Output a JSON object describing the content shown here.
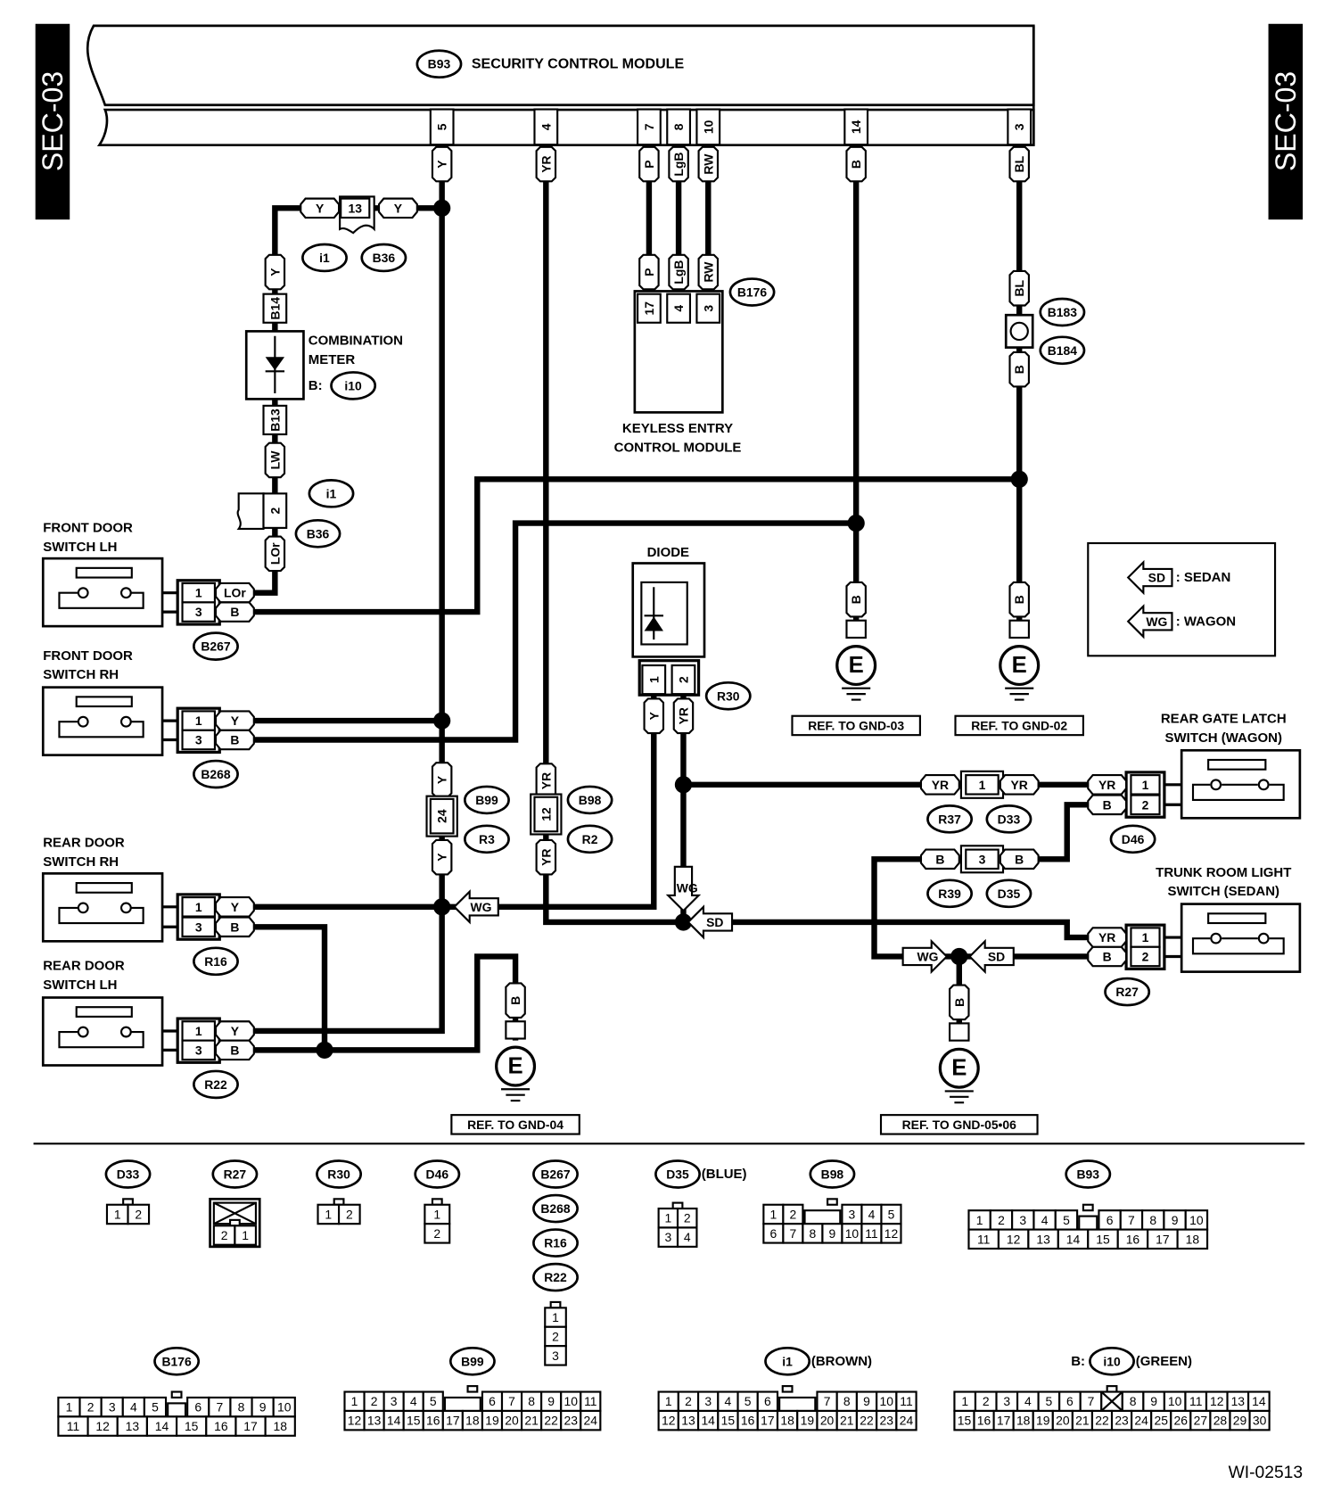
{
  "page_tab": "SEC-03",
  "module": {
    "connector": "B93",
    "name": "SECURITY CONTROL MODULE",
    "pins": [
      "5",
      "4",
      "7",
      "8",
      "10",
      "14",
      "3"
    ],
    "wires": [
      "Y",
      "YR",
      "P",
      "LgB",
      "RW",
      "B",
      "BL"
    ]
  },
  "keyless_entry": {
    "connector": "B176",
    "name": [
      "KEYLESS ENTRY",
      "CONTROL MODULE"
    ],
    "pins": [
      "17",
      "4",
      "3"
    ],
    "wires": [
      "P",
      "LgB",
      "RW"
    ]
  },
  "combination_meter": {
    "name": [
      "COMBINATION",
      "METER"
    ],
    "prefix": "B:",
    "connector": "i10",
    "pins": [
      "B14",
      "B13"
    ],
    "wires": [
      "Y",
      "LW"
    ]
  },
  "joint_i1_13": {
    "connectors": [
      "i1",
      "B36"
    ],
    "pin": "13",
    "wires": [
      "Y",
      "Y"
    ]
  },
  "joint_i1_2": {
    "connectors": [
      "i1",
      "B36"
    ],
    "pin": "2",
    "wires": [
      "LOr"
    ]
  },
  "front_door_lh": {
    "name": [
      "FRONT DOOR",
      "SWITCH LH"
    ],
    "connector": "B267",
    "pins": [
      "1",
      "3"
    ],
    "wires": [
      "LOr",
      "B"
    ]
  },
  "front_door_rh": {
    "name": [
      "FRONT DOOR",
      "SWITCH RH"
    ],
    "connector": "B268",
    "pins": [
      "1",
      "3"
    ],
    "wires": [
      "Y",
      "B"
    ]
  },
  "rear_door_rh": {
    "name": [
      "REAR DOOR",
      "SWITCH RH"
    ],
    "connector": "R16",
    "pins": [
      "1",
      "3"
    ],
    "wires": [
      "Y",
      "B"
    ]
  },
  "rear_door_lh": {
    "name": [
      "REAR DOOR",
      "SWITCH LH"
    ],
    "connector": "R22",
    "pins": [
      "1",
      "3"
    ],
    "wires": [
      "Y",
      "B"
    ]
  },
  "joint_b99": {
    "connectors": [
      "B99",
      "R3"
    ],
    "pin": "24",
    "wires": [
      "Y",
      "Y"
    ]
  },
  "joint_b98": {
    "connectors": [
      "B98",
      "R2"
    ],
    "pin": "12",
    "wires": [
      "YR",
      "YR"
    ]
  },
  "diode": {
    "name": "DIODE",
    "connector": "R30",
    "pins": [
      "1",
      "2"
    ],
    "wires": [
      "Y",
      "YR"
    ]
  },
  "joint_b183": {
    "connectors": [
      "B183",
      "B184"
    ],
    "wires": [
      "BL",
      "B"
    ]
  },
  "joint_r37": {
    "connectors": [
      "R37",
      "D33"
    ],
    "pin": "1",
    "wires": [
      "YR",
      "YR"
    ]
  },
  "joint_r39": {
    "connectors": [
      "R39",
      "D35"
    ],
    "pin": "3",
    "wires": [
      "B",
      "B"
    ]
  },
  "rear_gate_latch": {
    "name": [
      "REAR GATE LATCH",
      "SWITCH (WAGON)"
    ],
    "connector": "D46",
    "pins": [
      "1",
      "2"
    ],
    "wires": [
      "YR",
      "B"
    ]
  },
  "trunk_room_light": {
    "name": [
      "TRUNK ROOM LIGHT",
      "SWITCH (SEDAN)"
    ],
    "connector": "R27",
    "pins": [
      "1",
      "2"
    ],
    "wires": [
      "YR",
      "B"
    ]
  },
  "grounds": [
    {
      "wire": "B",
      "symbol": "E",
      "ref": "REF. TO GND-03"
    },
    {
      "wire": "B",
      "symbol": "E",
      "ref": "REF. TO GND-02"
    },
    {
      "wire": "B",
      "symbol": "E",
      "ref": "REF. TO GND-04"
    },
    {
      "wire": "B",
      "symbol": "E",
      "ref": "REF. TO GND-05•06"
    }
  ],
  "arrows": {
    "wagon": "WG",
    "sedan": "SD"
  },
  "legend": {
    "items": [
      {
        "code": "SD",
        "label": ": SEDAN"
      },
      {
        "code": "WG",
        "label": ": WAGON"
      }
    ]
  },
  "connector_views": [
    {
      "connectors": [
        "D33"
      ],
      "rows": [
        [
          "1",
          "2"
        ]
      ]
    },
    {
      "connectors": [
        "R27"
      ],
      "rows": [
        [
          "2",
          "1"
        ]
      ]
    },
    {
      "connectors": [
        "R30"
      ],
      "rows": [
        [
          "1",
          "2"
        ]
      ]
    },
    {
      "connectors": [
        "D46"
      ],
      "rows": [
        [
          "1"
        ],
        [
          "2"
        ]
      ]
    },
    {
      "connectors": [
        "B267",
        "B268",
        "R16",
        "R22"
      ],
      "rows": [
        [
          "1"
        ],
        [
          "2"
        ],
        [
          "3"
        ]
      ]
    },
    {
      "connectors": [
        "D35"
      ],
      "suffix": "(BLUE)",
      "rows": [
        [
          "1",
          "2"
        ],
        [
          "3",
          "4"
        ]
      ]
    },
    {
      "connectors": [
        "B98"
      ],
      "rows": [
        [
          "1",
          "2",
          "",
          "",
          "3",
          "4",
          "5"
        ],
        [
          "6",
          "7",
          "8",
          "9",
          "10",
          "11",
          "12"
        ]
      ]
    },
    {
      "connectors": [
        "B93"
      ],
      "rows": [
        [
          "1",
          "2",
          "3",
          "4",
          "5",
          "",
          "6",
          "7",
          "8",
          "9",
          "10"
        ],
        [
          "11",
          "12",
          "13",
          "14",
          "15",
          "16",
          "17",
          "18"
        ]
      ]
    },
    {
      "connectors": [
        "B176"
      ],
      "rows": [
        [
          "1",
          "2",
          "3",
          "4",
          "5",
          "",
          "6",
          "7",
          "8",
          "9",
          "10"
        ],
        [
          "11",
          "12",
          "13",
          "14",
          "15",
          "16",
          "17",
          "18"
        ]
      ]
    },
    {
      "connectors": [
        "B99"
      ],
      "rows": [
        [
          "1",
          "2",
          "3",
          "4",
          "5",
          "",
          "",
          "6",
          "7",
          "8",
          "9",
          "10",
          "11"
        ],
        [
          "12",
          "13",
          "14",
          "15",
          "16",
          "17",
          "18",
          "19",
          "20",
          "21",
          "22",
          "23",
          "24"
        ]
      ]
    },
    {
      "connectors": [
        "i1"
      ],
      "suffix": "(BROWN)",
      "rows": [
        [
          "1",
          "2",
          "3",
          "4",
          "5",
          "6",
          "",
          "",
          "7",
          "8",
          "9",
          "10",
          "11"
        ],
        [
          "12",
          "13",
          "14",
          "15",
          "16",
          "17",
          "18",
          "19",
          "20",
          "21",
          "22",
          "23",
          "24"
        ]
      ]
    },
    {
      "connectors": [
        "i10"
      ],
      "prefix": "B:",
      "suffix": "(GREEN)",
      "rows": [
        [
          "1",
          "2",
          "3",
          "4",
          "5",
          "6",
          "7",
          null,
          "8",
          "9",
          "10",
          "11",
          "12",
          "13",
          "14"
        ],
        [
          "15",
          "16",
          "17",
          "18",
          "19",
          "20",
          "21",
          "22",
          "23",
          "24",
          "25",
          "26",
          "27",
          "28",
          "29",
          "30"
        ]
      ]
    }
  ],
  "figure_id": "WI-02513"
}
